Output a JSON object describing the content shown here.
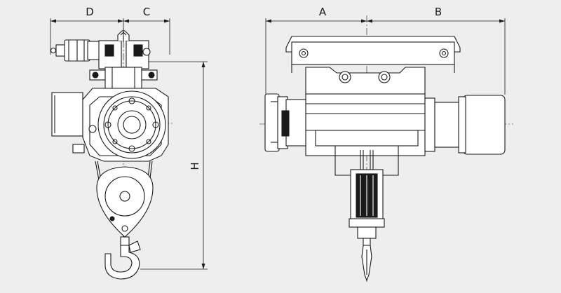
{
  "dimension_labels": {
    "d": "D",
    "c": "C",
    "a": "A",
    "b": "B",
    "h": "H"
  },
  "colors": {
    "background": "#eeeeee",
    "line": "#1a1a1a",
    "fill": "#ffffff"
  }
}
